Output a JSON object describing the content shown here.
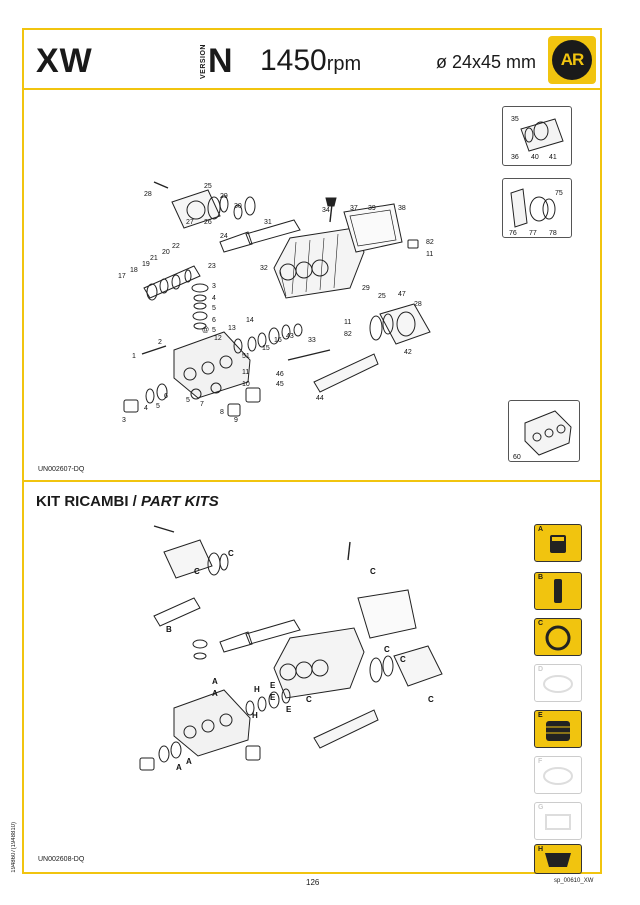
{
  "header": {
    "model": "XW",
    "version_label": "VERSION",
    "version": "N",
    "rpm_value": "1450",
    "rpm_unit": "rpm",
    "bore": "ø 24x45 mm",
    "logo_text": "AR"
  },
  "exploded_view": {
    "drawing_code": "UN002607-DQ",
    "labels": [
      "28",
      "25",
      "29",
      "30",
      "27",
      "26",
      "24",
      "31",
      "34",
      "37",
      "39",
      "38",
      "82",
      "11",
      "23",
      "22",
      "20",
      "21",
      "19",
      "18",
      "17",
      "32",
      "3",
      "4",
      "5",
      "6",
      "5",
      "2",
      "1",
      "12",
      "13",
      "14",
      "16",
      "43",
      "15",
      "51",
      "33",
      "29",
      "25",
      "47",
      "28",
      "11",
      "82",
      "42",
      "46",
      "45",
      "44",
      "11",
      "10",
      "7",
      "6",
      "5",
      "4",
      "3",
      "8",
      "9",
      "@"
    ],
    "inset_top_labels": [
      "35",
      "36",
      "40",
      "41"
    ],
    "inset_mid_labels": [
      "75",
      "76",
      "77",
      "78"
    ],
    "inset_bottom_label": "60"
  },
  "part_kits": {
    "title_it": "KIT RICAMBI /",
    "title_en": "PART KITS",
    "drawing_code": "UN002608-DQ",
    "diagram_letters": [
      "C",
      "C",
      "C",
      "C",
      "B",
      "A",
      "A",
      "H",
      "E",
      "E",
      "H",
      "E",
      "C",
      "C",
      "C",
      "A",
      "A"
    ],
    "kits": [
      {
        "letter": "A",
        "active": true
      },
      {
        "letter": "B",
        "active": true
      },
      {
        "letter": "C",
        "active": true
      },
      {
        "letter": "D",
        "active": false
      },
      {
        "letter": "E",
        "active": true
      },
      {
        "letter": "F",
        "active": false
      },
      {
        "letter": "G",
        "active": false
      },
      {
        "letter": "H",
        "active": true
      }
    ]
  },
  "footer": {
    "side_code": "1948607(1948810)",
    "page_number": "126",
    "file_ref": "sp_00610_XW"
  },
  "colors": {
    "accent": "#f1c40f",
    "ink": "#1a1a1a"
  }
}
